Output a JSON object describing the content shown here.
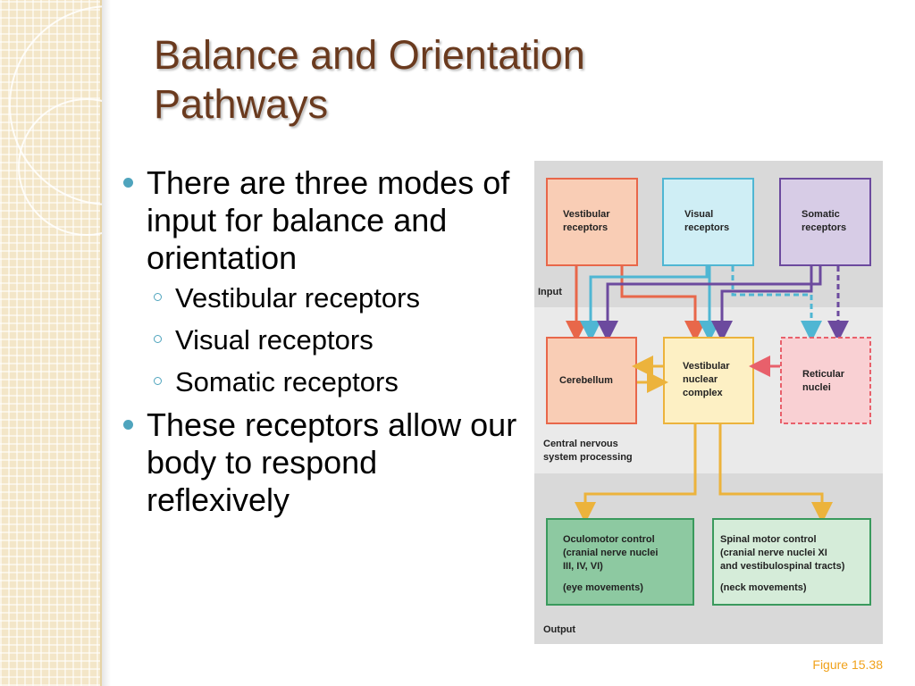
{
  "slide": {
    "title_line1": "Balance and Orientation",
    "title_line2": "Pathways"
  },
  "bullets": [
    {
      "text": "There are three modes of input for balance and orientation",
      "sub": [
        "Vestibular receptors",
        "Visual receptors",
        "Somatic receptors"
      ]
    },
    {
      "text": "These receptors allow our body to respond reflexively"
    }
  ],
  "diagram": {
    "sections": {
      "input": "Input",
      "cns_line1": "Central nervous",
      "cns_line2": "system processing",
      "output": "Output"
    },
    "nodes": {
      "vestibular_receptors": [
        "Vestibular",
        "receptors"
      ],
      "visual_receptors": [
        "Visual",
        "receptors"
      ],
      "somatic_receptors": [
        "Somatic",
        "receptors"
      ],
      "cerebellum": [
        "Cerebellum"
      ],
      "vestibular_nuclear_complex": [
        "Vestibular",
        "nuclear",
        "complex"
      ],
      "reticular_nuclei": [
        "Reticular",
        "nuclei"
      ],
      "oculomotor_control": [
        "Oculomotor control",
        "(cranial nerve nuclei",
        "III, IV, VI)",
        "(eye movements)"
      ],
      "spinal_motor_control": [
        "Spinal motor control",
        "(cranial nerve nuclei XI",
        "and vestibulospinal tracts)",
        "(neck movements)"
      ]
    },
    "colors": {
      "vestibular": "#e8674a",
      "visual": "#4fb6d3",
      "somatic": "#6c4a9e",
      "nuclear": "#ecb33c",
      "reticular": "#e8606b",
      "output_left": "#8dc9a1",
      "output_right": "#d5ecd9"
    }
  },
  "caption": "Figure 15.38"
}
